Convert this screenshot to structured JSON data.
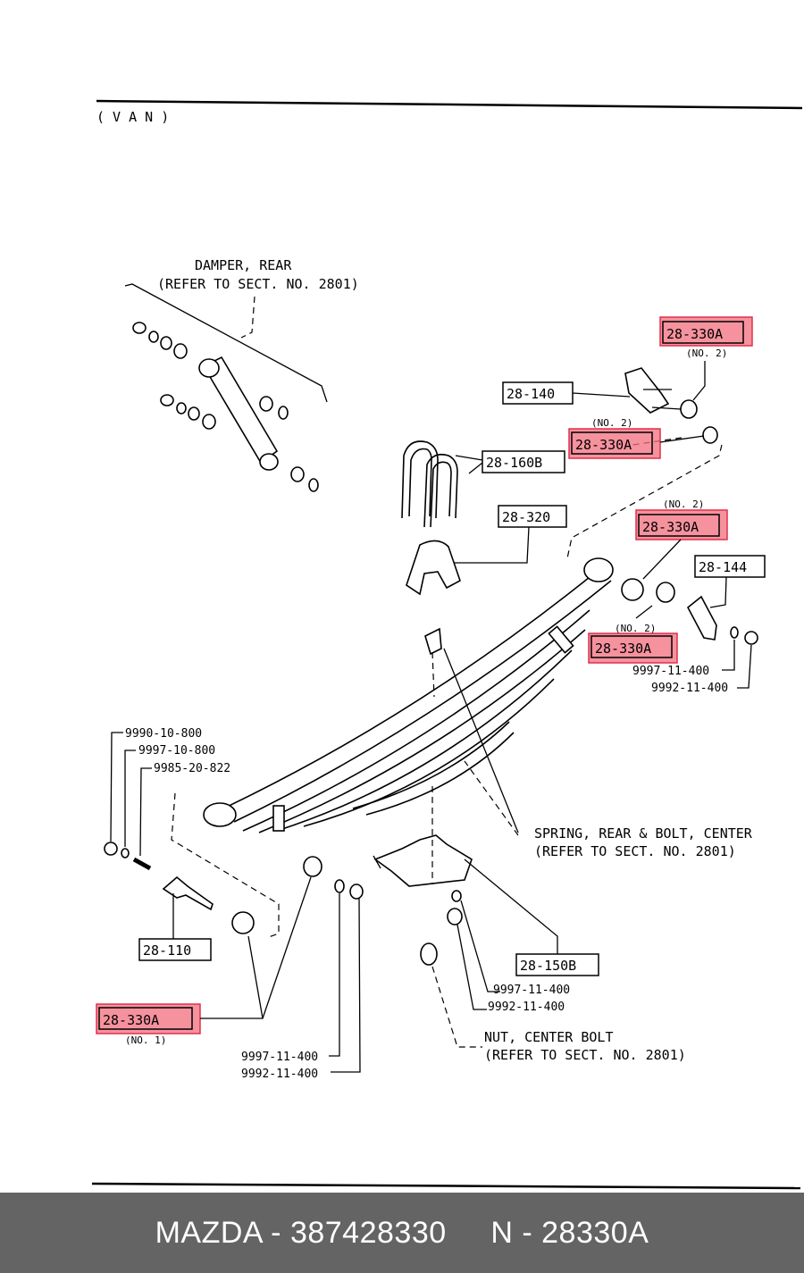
{
  "header": {
    "variant": "( V A N )"
  },
  "notes": {
    "damper": [
      "DAMPER, REAR",
      "(REFER TO SECT. NO. 2801)"
    ],
    "spring": [
      "SPRING, REAR & BOLT, CENTER",
      "(REFER TO SECT. NO. 2801)"
    ],
    "nut": [
      "NUT, CENTER BOLT",
      "(REFER TO SECT. NO. 2801)"
    ]
  },
  "callouts": {
    "c140": "28-140",
    "c160b": "28-160B",
    "c320": "28-320",
    "c144": "28-144",
    "c110": "28-110",
    "c150b": "28-150B"
  },
  "highlighted_callouts": [
    {
      "label": "28-330A",
      "note": "(NO. 2)"
    },
    {
      "label": "28-330A",
      "note": "(NO. 2)"
    },
    {
      "label": "28-330A",
      "note": "(NO. 2)"
    },
    {
      "label": "28-330A",
      "note": "(NO. 2)"
    },
    {
      "label": "28-330A",
      "note": "(NO. 1)"
    }
  ],
  "part_numbers": {
    "p1": "9997-11-400",
    "p2": "9992-11-400",
    "p3": "9990-10-800",
    "p4": "9997-10-800",
    "p5": "9985-20-822",
    "p6": "9997-11-400",
    "p7": "9992-11-400",
    "p8": "9997-11-400",
    "p9": "9992-11-400"
  },
  "footer": {
    "brand": "MAZDA - 387428330",
    "code": "N - 28330A"
  },
  "colors": {
    "highlight": "#f26d7d",
    "footer_bg": "#646464",
    "footer_text": "#ffffff"
  }
}
